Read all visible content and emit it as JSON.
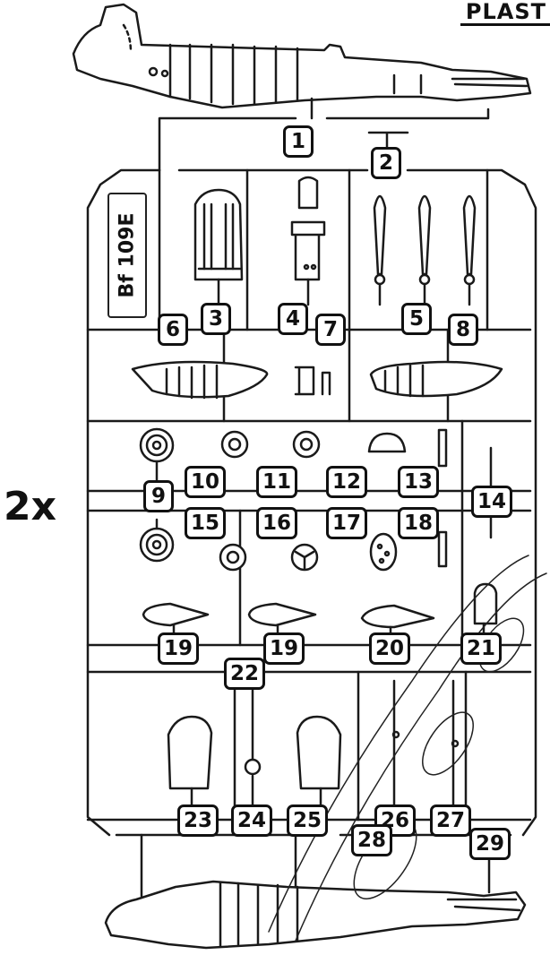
{
  "header": {
    "title": "PLAST"
  },
  "multiplier": "2x",
  "sprue_name": "Bf 109E",
  "part_labels": [
    "1",
    "2",
    "3",
    "4",
    "5",
    "6",
    "7",
    "8",
    "9",
    "10",
    "11",
    "12",
    "13",
    "14",
    "15",
    "16",
    "17",
    "18",
    "19",
    "19",
    "20",
    "21",
    "22",
    "23",
    "24",
    "25",
    "26",
    "27",
    "28",
    "29"
  ]
}
